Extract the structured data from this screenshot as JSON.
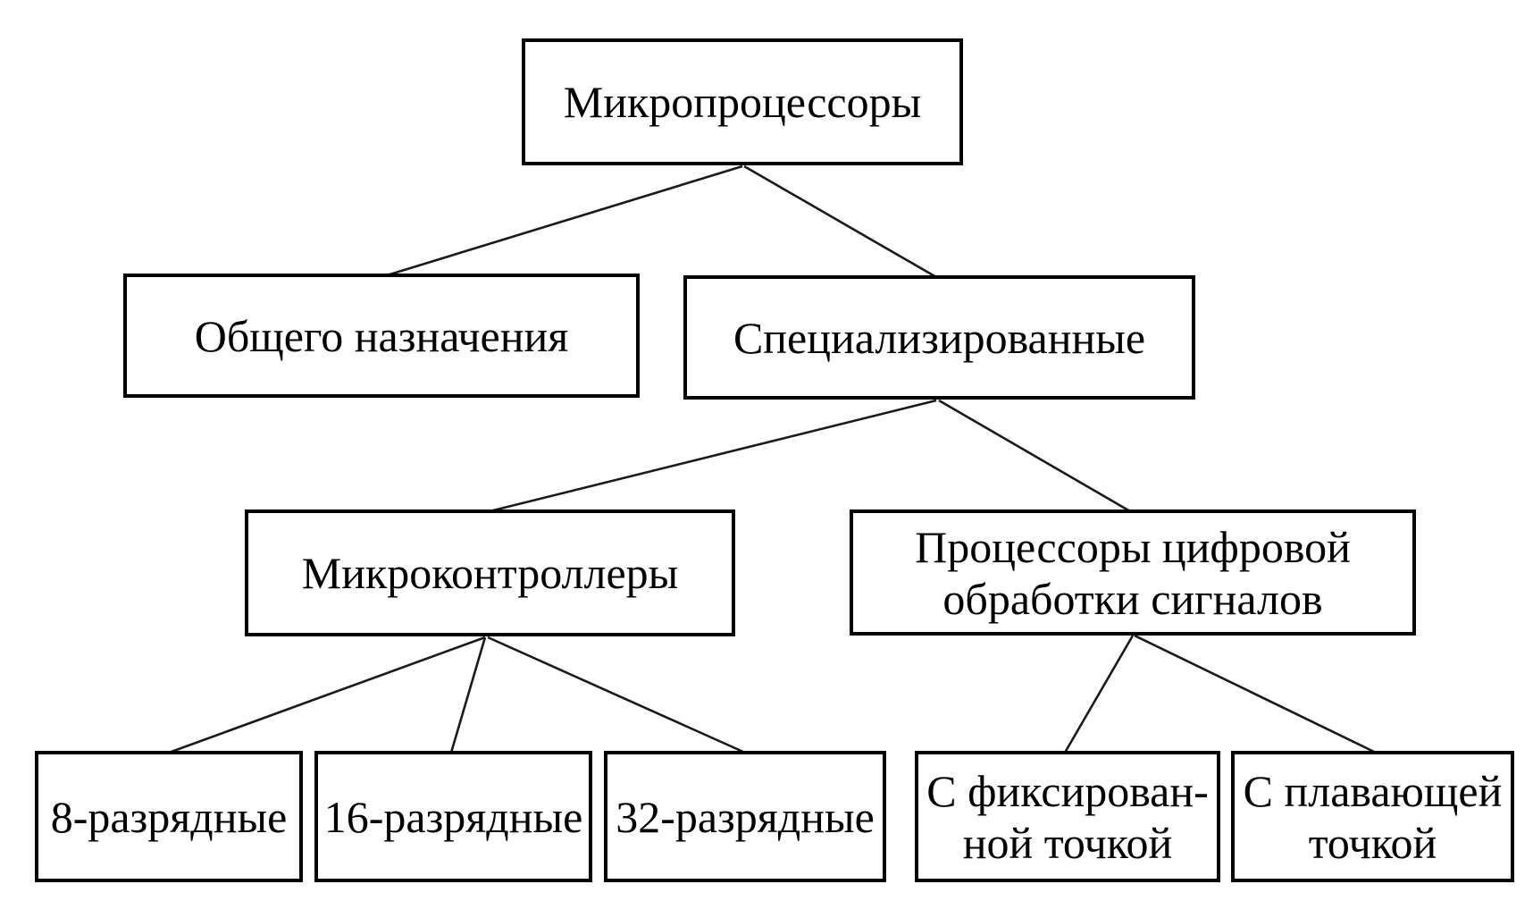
{
  "nodes": {
    "root": {
      "label": "Микропроцессоры"
    },
    "general": {
      "label": "Общего назначения"
    },
    "specialized": {
      "label": "Специализированные"
    },
    "mcu": {
      "label": "Микроконтроллеры"
    },
    "dsp": {
      "label": "Процессоры цифровой\nобработки сигналов"
    },
    "bit8": {
      "label": "8-разрядные"
    },
    "bit16": {
      "label": "16-разрядные"
    },
    "bit32": {
      "label": "32-разрядные"
    },
    "fixed_point": {
      "label": "С фиксирован-\nной точкой"
    },
    "floating_point": {
      "label": "С плавающей\nточкой"
    }
  },
  "edges": [
    {
      "from": "root",
      "to": "general"
    },
    {
      "from": "root",
      "to": "specialized"
    },
    {
      "from": "specialized",
      "to": "mcu"
    },
    {
      "from": "specialized",
      "to": "dsp"
    },
    {
      "from": "mcu",
      "to": "bit8"
    },
    {
      "from": "mcu",
      "to": "bit16"
    },
    {
      "from": "mcu",
      "to": "bit32"
    },
    {
      "from": "dsp",
      "to": "fixed_point"
    },
    {
      "from": "dsp",
      "to": "floating_point"
    }
  ],
  "colors": {
    "background": "#ffffff",
    "box_fill": "#ffffff",
    "box_border": "#000000",
    "connector": "#1a1a1a",
    "text": "#000000"
  }
}
